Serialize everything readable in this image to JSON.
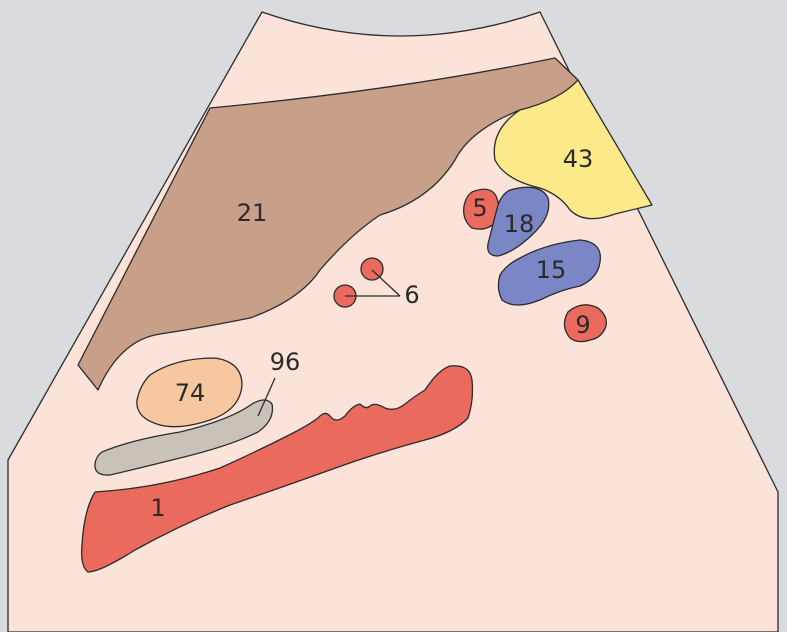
{
  "colors": {
    "background": "#d9dbdf",
    "fan": "#fbe3d9",
    "muscle": "#c8a08a",
    "yellow": "#fbe98a",
    "red": "#eb6a5e",
    "blue": "#7a86c5",
    "orange": "#f7c7a0",
    "gray": "#c8c2b8"
  },
  "labels": {
    "l1": "1",
    "l5": "5",
    "l6": "6",
    "l9": "9",
    "l15": "15",
    "l18": "18",
    "l21": "21",
    "l43": "43",
    "l74": "74",
    "l96": "96"
  }
}
